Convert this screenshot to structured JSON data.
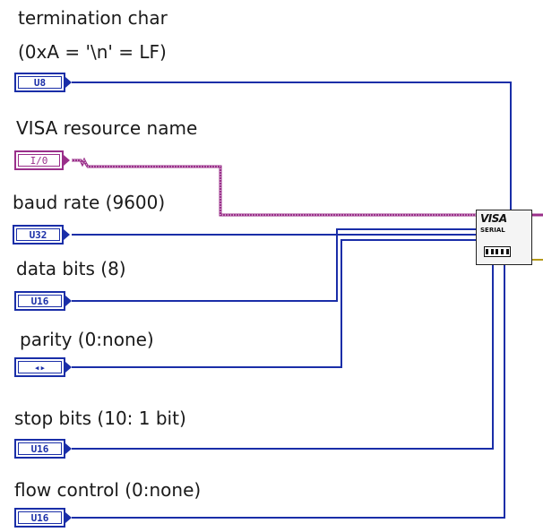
{
  "controls": [
    {
      "label_lines": [
        "termination char",
        "(0xA = '\\n' = LF)"
      ],
      "type": "U8"
    },
    {
      "label_lines": [
        "VISA resource name"
      ],
      "type": "I/0"
    },
    {
      "label_lines": [
        "baud rate (9600)"
      ],
      "type": "U32"
    },
    {
      "label_lines": [
        "data bits (8)"
      ],
      "type": "U16"
    },
    {
      "label_lines": [
        "parity (0:none)"
      ],
      "type": "◂▸"
    },
    {
      "label_lines": [
        "stop bits (10: 1 bit)"
      ],
      "type": "U16"
    },
    {
      "label_lines": [
        "flow control (0:none)"
      ],
      "type": "U16"
    }
  ],
  "visa_node": {
    "title": "VISA",
    "subtitle": "SERIAL"
  },
  "colors": {
    "numeric_wire": "#1a2ea8",
    "resource_wire": "#9a2f8a",
    "text": "#1a1a1a"
  }
}
